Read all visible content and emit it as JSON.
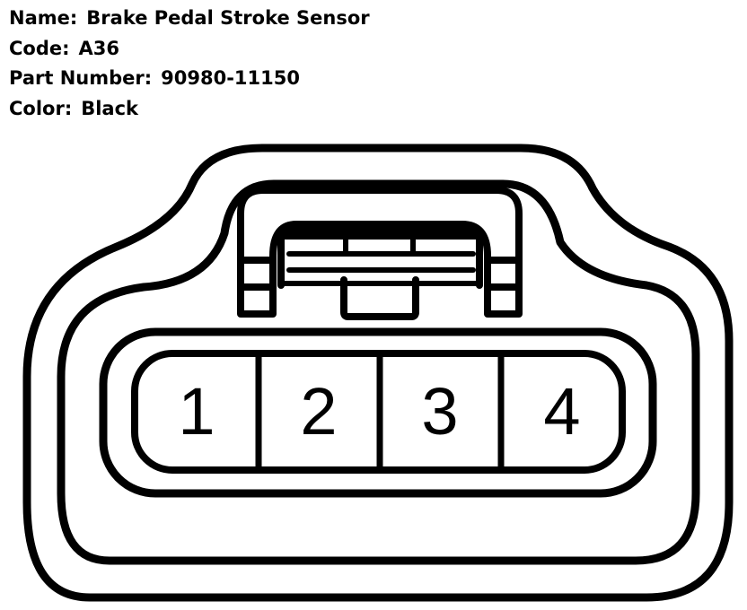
{
  "connector_info": [
    {
      "label": "Name:",
      "value": "Brake Pedal Stroke Sensor"
    },
    {
      "label": "Code:",
      "value": "A36"
    },
    {
      "label": "Part Number:",
      "value": "90980-11150"
    },
    {
      "label": "Color:",
      "value": "Black"
    }
  ],
  "pins": [
    "1",
    "2",
    "3",
    "4"
  ],
  "colors": {
    "line": "#000000",
    "background": "#ffffff"
  }
}
